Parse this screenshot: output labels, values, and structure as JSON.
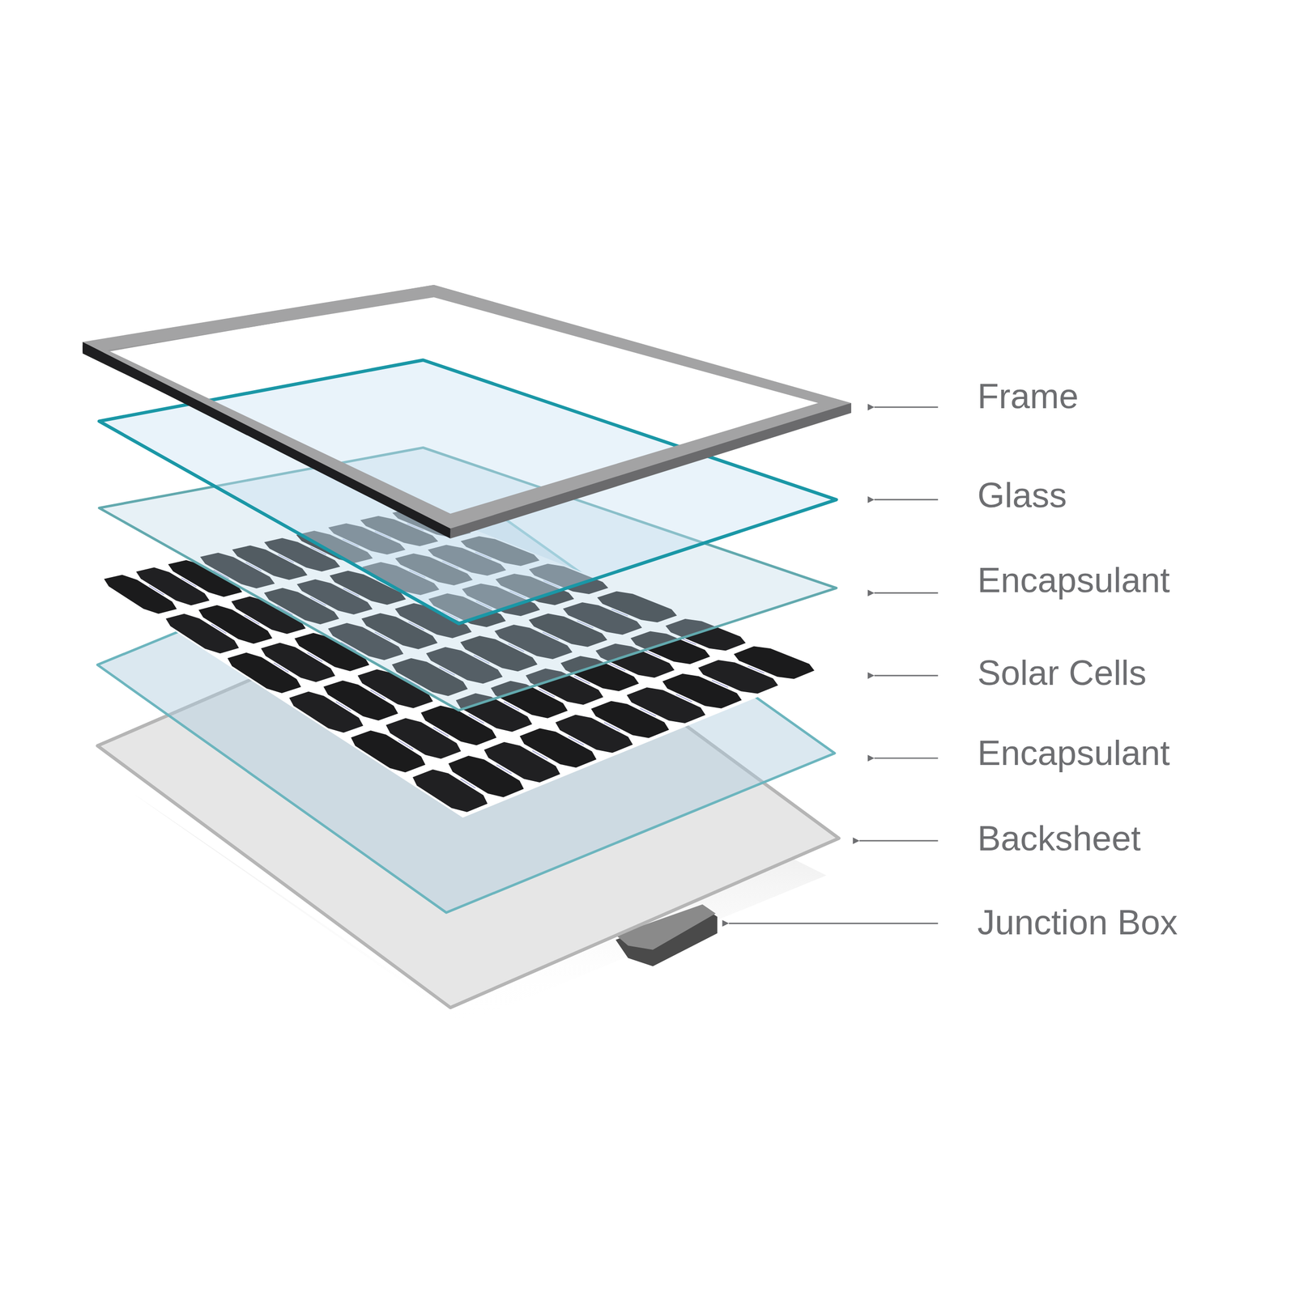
{
  "diagram": {
    "labels": [
      "Frame",
      "Glass",
      "Encapsulant",
      "Solar Cells",
      "Encapsulant",
      "Backsheet",
      "Junction Box"
    ]
  }
}
